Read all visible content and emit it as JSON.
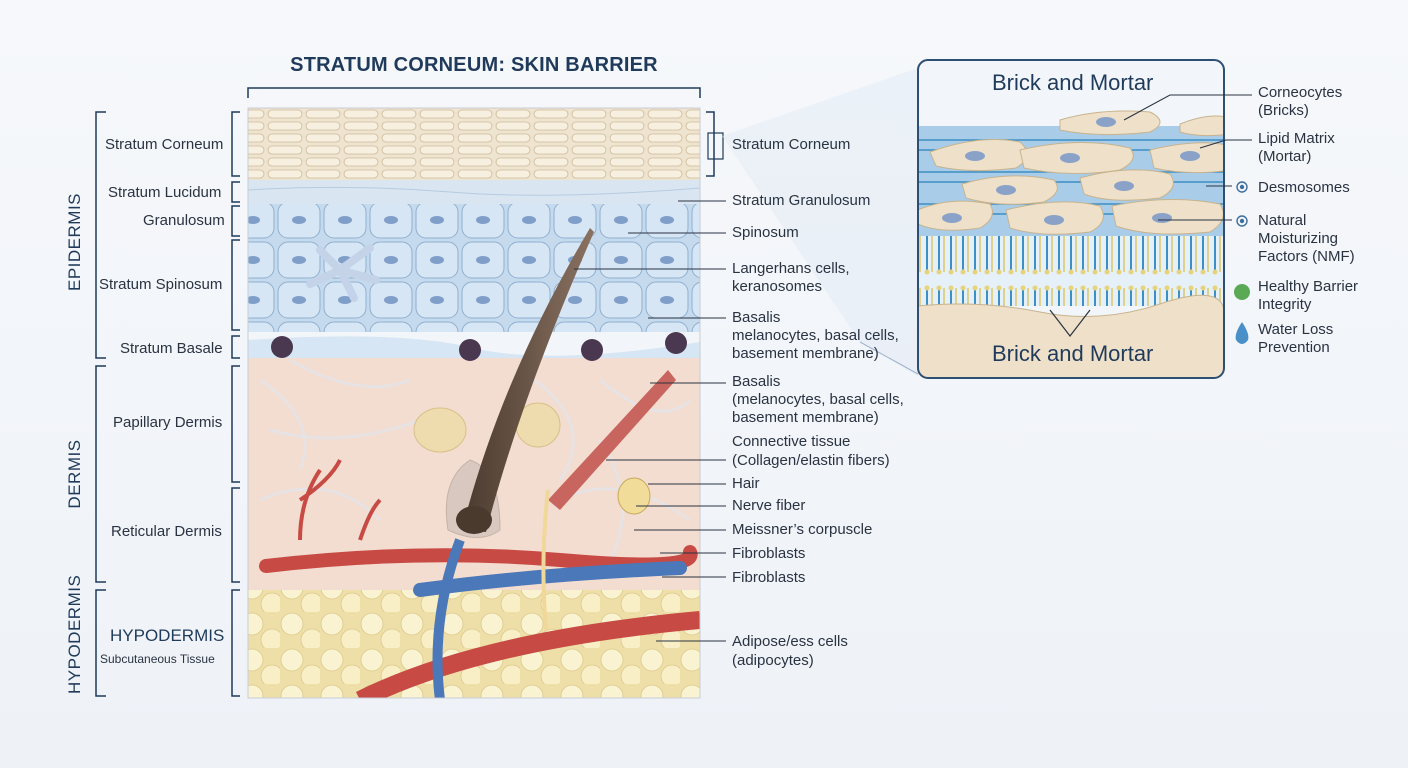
{
  "title": "STRATUM CORNEUM: SKIN BARRIER",
  "regions": {
    "epidermis": "EPIDERMIS",
    "dermis": "DERMIS",
    "hypodermis": "HYPODERMIS"
  },
  "left_labels": {
    "stratum_corneum": "Stratum Corneum",
    "stratum_lucidum": "Stratum Lucidum",
    "granulosum": "Granulosum",
    "stratum_spinosum": "Stratum Spinosum",
    "stratum_basale": "Stratum Basale",
    "papillary_dermis": "Papillary Dermis",
    "reticular_dermis": "Reticular Dermis",
    "hypodermis": "HYPODERMIS",
    "subcutaneous": "Subcutaneous Tissue"
  },
  "right_labels": {
    "stratum_corneum": "Stratum Corneum",
    "stratum_granulosum": "Stratum Granulosum",
    "spinosum": "Spinosum",
    "langerhans_1": "Langerhans cells,",
    "langerhans_2": "keranosomes",
    "basalis_a1": "Basalis",
    "basalis_a2": "melanocytes, basal cells,",
    "basalis_a3": "basement membrane)",
    "basalis_b1": "Basalis",
    "basalis_b2": "(melanocytes, basal cells,",
    "basalis_b3": "basement membrane)",
    "connective_1": "Connective tissue",
    "connective_2": "(Collagen/elastin fibers)",
    "hair": "Hair",
    "nerve": "Nerve fiber",
    "meissner": "Meissner’s corpuscle",
    "fibroblasts_1": "Fibroblasts",
    "fibroblasts_2": "Fibroblasts",
    "adipose_1": "Adipose/ess cells",
    "adipose_2": "(adipocytes)"
  },
  "inset": {
    "top_title": "Brick and Mortar",
    "bottom_title": "Brick and Mortar"
  },
  "legend": {
    "corneocytes_1": "Corneocytes",
    "corneocytes_2": "(Bricks)",
    "lipid_1": "Lipid Matrix",
    "lipid_2": "(Mortar)",
    "desmosomes": "Desmosomes",
    "nmf_1": "Natural",
    "nmf_2": "Moisturizing",
    "nmf_3": "Factors (NMF)",
    "barrier_1": "Healthy Barrier",
    "barrier_2": "Integrity",
    "water_1": "Water Loss",
    "water_2": "Prevention"
  },
  "colors": {
    "title": "#1f3a5a",
    "corneum": "#efe4cf",
    "epidermis": "#cfe0f0",
    "dermis": "#f3ddd0",
    "hypodermis": "#f6ecc4",
    "artery": "#c84a45",
    "vein": "#4a78b8",
    "lipid": "#3d8fc4",
    "healthy_dot": "#5aaa55",
    "water_drop": "#4a90c8"
  }
}
